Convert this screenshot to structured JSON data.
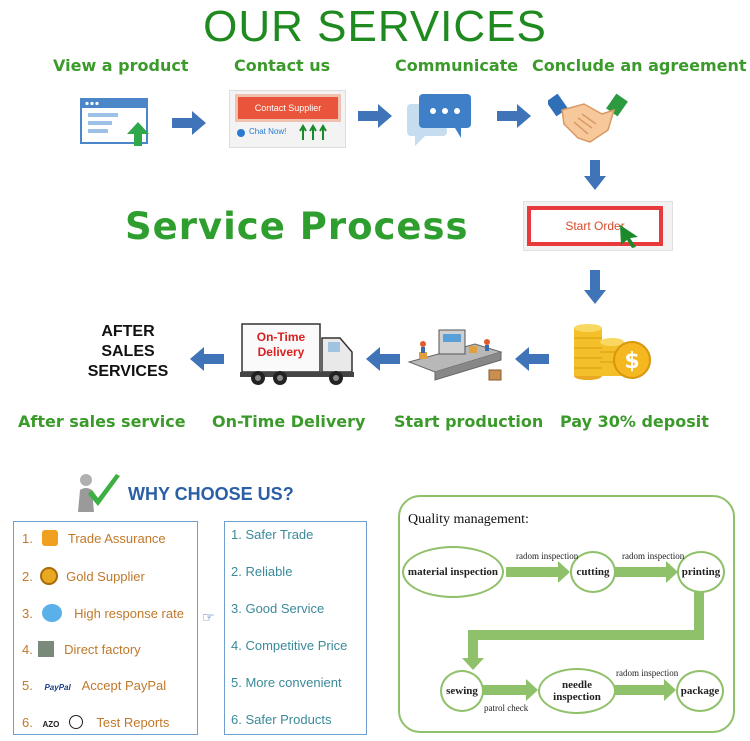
{
  "title": "OUR SERVICES",
  "top_steps": [
    "View a product",
    "Contact us",
    "Communicate",
    "Conclude an agreement"
  ],
  "contact_supplier_label": "Contact Supplier",
  "chat_now_label": "Chat Now!",
  "start_order_label": "Start Order",
  "service_process_label": "Service Process",
  "after_sales_block": [
    "AFTER",
    "SALES",
    "SERVICES"
  ],
  "delivery_truck_text": [
    "On-Time",
    "Delivery"
  ],
  "bottom_steps": [
    "After sales service",
    "On-Time Delivery",
    "Start production",
    "Pay 30% deposit"
  ],
  "why_choose_title": "WHY CHOOSE US?",
  "reasons": [
    {
      "num": "1.",
      "label": "Trade Assurance"
    },
    {
      "num": "2.",
      "label": "Gold Supplier"
    },
    {
      "num": "3.",
      "label": "High response rate"
    },
    {
      "num": "4.",
      "label": "Direct factory"
    },
    {
      "num": "5.",
      "label": "Accept PayPal"
    },
    {
      "num": "6.",
      "label": "Test Reports"
    }
  ],
  "paypal_logo_text": "PayPal",
  "azo_logo_text": "AZO",
  "benefits": [
    "1. Safer Trade",
    "2. Reliable",
    "3. Good Service",
    "4. Competitive Price",
    "5. More convenient",
    "6. Safer Products"
  ],
  "quality": {
    "title": "Quality management:",
    "nodes": [
      "material inspection",
      "cutting",
      "printing",
      "sewing",
      "needle inspection",
      "package"
    ],
    "edge_labels": [
      "radom inspection",
      "radom inspection",
      "patrol check",
      "radom inspection"
    ]
  },
  "colors": {
    "title_green": "#1f8a1f",
    "step_green": "#3a9a2a",
    "arrow_blue": "#3f74b8",
    "why_blue": "#2a5fa5",
    "reason_orange": "#c0782a",
    "benefit_teal": "#3a8a9a",
    "qm_green": "#8fc06a"
  }
}
